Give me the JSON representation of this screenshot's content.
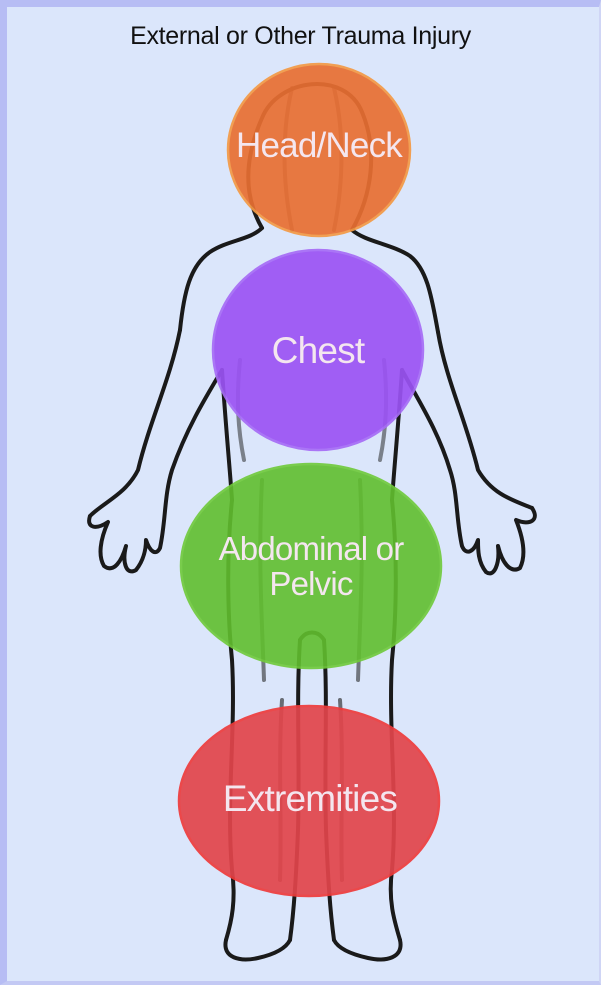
{
  "title": "External or Other Trauma Injury",
  "regions": {
    "head_neck": {
      "label": "Head/Neck",
      "color": "#e96f32",
      "stroke": "#f39a45"
    },
    "chest": {
      "label": "Chest",
      "color": "#9b53f4",
      "stroke": "#a66cf6"
    },
    "abdominal_pelvic": {
      "label": "Abdominal or Pelvic",
      "label_line1": "Abdominal or",
      "label_line2": "Pelvic",
      "color": "#61bf2f",
      "stroke": "#6fca3a"
    },
    "extremities": {
      "label": "Extremities",
      "color": "#e2454b",
      "stroke": "#ee3b3b"
    }
  }
}
